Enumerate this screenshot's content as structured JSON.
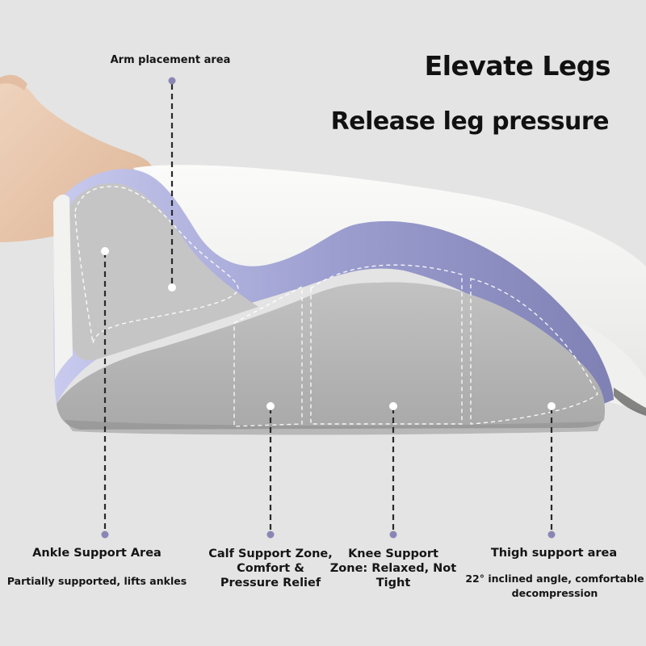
{
  "headline": {
    "title": "Elevate Legs",
    "subtitle": "Release leg pressure"
  },
  "callouts": {
    "arm": {
      "title": "Arm placement area"
    },
    "ankle": {
      "title": "Ankle Support Area",
      "description": "Partially supported, lifts ankles"
    },
    "calf": {
      "title": "Calf Support Zone, Comfort & Pressure Relief"
    },
    "knee": {
      "title": "Knee Support Zone: Relaxed, Not Tight"
    },
    "thigh": {
      "title": "Thigh support area",
      "description": "22° inclined angle, comfortable decompression"
    }
  },
  "colors": {
    "background": "#e4e4e4",
    "accent_lavender": "#9a9ccc",
    "foam_grey": "#b9b9b9",
    "cover_white": "#f4f4f2",
    "skin": "#e8c7ad",
    "marker_dot": "#8a86b4",
    "leader_line": "#2a2a2a"
  }
}
